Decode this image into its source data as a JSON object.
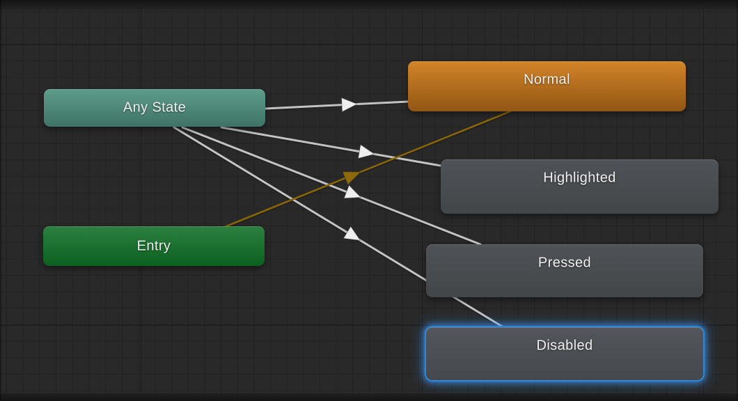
{
  "diagram": {
    "title_hint": "Animator state machine graph",
    "nodes": [
      {
        "id": "any_state",
        "label": "Any State",
        "kind": "any-state",
        "selected": false,
        "color_top": "#5E9D8B",
        "color_bottom": "#3E7365"
      },
      {
        "id": "normal",
        "label": "Normal",
        "kind": "state",
        "selected": false,
        "color_top": "#D28428",
        "color_bottom": "#925614"
      },
      {
        "id": "highlighted",
        "label": "Highlighted",
        "kind": "state",
        "selected": false,
        "color_top": "#4F5256",
        "color_bottom": "#434649"
      },
      {
        "id": "pressed",
        "label": "Pressed",
        "kind": "state",
        "selected": false,
        "color_top": "#4F5256",
        "color_bottom": "#434649"
      },
      {
        "id": "disabled",
        "label": "Disabled",
        "kind": "state",
        "selected": true,
        "color_top": "#53565A",
        "color_bottom": "#45484C"
      },
      {
        "id": "entry",
        "label": "Entry",
        "kind": "entry",
        "selected": false,
        "color_top": "#2C8040",
        "color_bottom": "#0C6020"
      }
    ],
    "transitions": [
      {
        "from": "any_state",
        "to": "normal",
        "color": "white"
      },
      {
        "from": "any_state",
        "to": "highlighted",
        "color": "white"
      },
      {
        "from": "any_state",
        "to": "pressed",
        "color": "white"
      },
      {
        "from": "any_state",
        "to": "disabled",
        "color": "white"
      },
      {
        "from": "entry",
        "to": "normal",
        "color": "orange"
      }
    ],
    "colors": {
      "background": "#292929",
      "grid_line": "#232323",
      "transition_white": "#C3C3C3",
      "transition_orange": "#8A6508",
      "selection_glow": "#3E9BFF"
    }
  }
}
